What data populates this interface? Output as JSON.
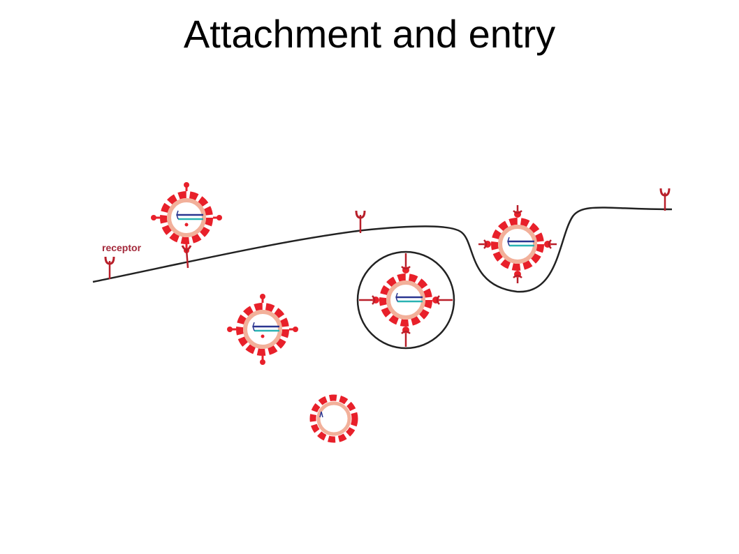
{
  "slide": {
    "title": "Attachment and entry"
  },
  "labels": {
    "receptor": "receptor"
  },
  "colors": {
    "membrane": "#222222",
    "capsid": "#e8202a",
    "inner_membrane": "#f2b09a",
    "receptor": "#b81f2a",
    "genome_dark": "#2a3590",
    "genome_light": "#2ab3b3",
    "label": "#a3283a"
  },
  "icons": {
    "virus": "virus-particle-icon",
    "receptor": "receptor-icon",
    "membrane": "cell-membrane-line",
    "endosome": "endosome-vesicle"
  }
}
